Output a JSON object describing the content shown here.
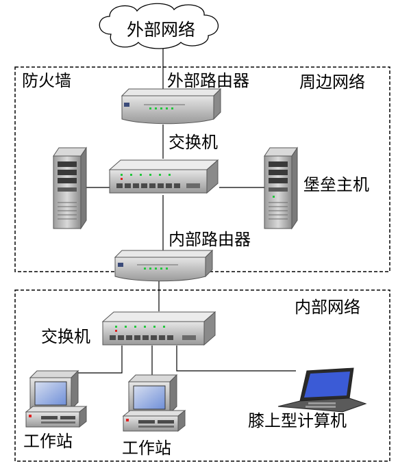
{
  "nodes": {
    "internet": "外部网络",
    "firewall": "防火墙",
    "perimeter_network": "周边网络",
    "external_router": "外部路由器",
    "perimeter_switch": "交换机",
    "bastion_host": "堡垒主机",
    "internal_router": "内部路由器",
    "internal_network": "内部网络",
    "internal_switch": "交换机",
    "workstation_1": "工作站",
    "workstation_2": "工作站",
    "laptop": "膝上型计算机"
  },
  "icons": {
    "cloud": "cloud-icon",
    "router": "router-icon",
    "switch": "network-switch-icon",
    "server": "server-tower-icon",
    "workstation": "desktop-computer-icon",
    "laptop": "laptop-icon"
  },
  "colors": {
    "line": "#000000",
    "device_body": "#c9c9c9",
    "device_shadow": "#808080",
    "led_green": "#22c83c",
    "led_red": "#e02020",
    "screen_blue": "#3b5bd6"
  }
}
